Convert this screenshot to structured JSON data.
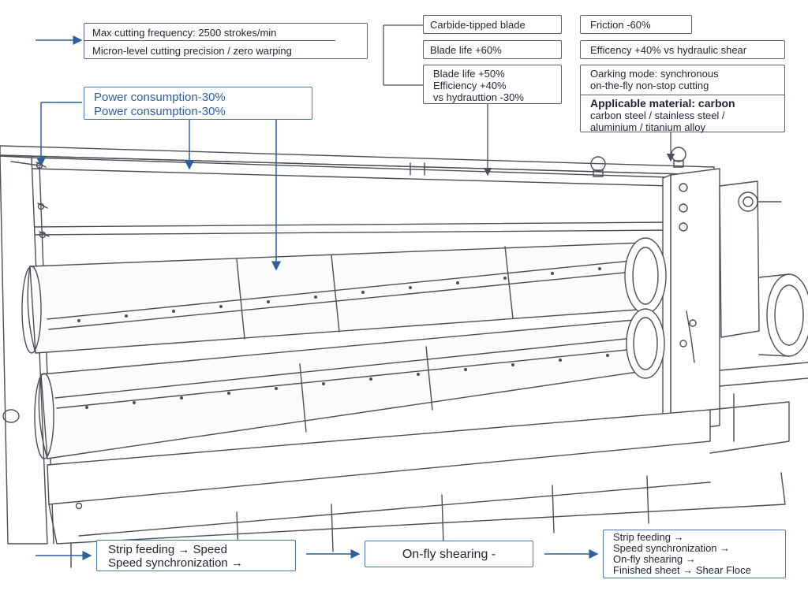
{
  "callouts": {
    "cutting_frequency": "Max cutting frequency: 2500 strokes/min",
    "cutting_precision": "Micron-level cutting precision / zero warping",
    "power_1": "Power consumption-30%",
    "power_2": "Power consumption-30%",
    "carbide_blade": "Carbide-tipped blade",
    "blade_life_60": "Blade life +60%",
    "blade_life_50": "Blade life +50%",
    "efficiency_40": "Efficiency +40%",
    "vs_hydraulic": "vs hydrauttion -30%",
    "friction": "Friction -60%",
    "efficiency_vs_shear": "Efficency +40% vs hydraulic shear",
    "working_mode_1": "Oarking mode: synchronous",
    "working_mode_2": "on-the-fly non-stop cutting",
    "material_title": "Applicable material: carbon",
    "material_2": "carbon steel / stainless steel /",
    "material_3": "aluminium / titanium alloy"
  },
  "flow": {
    "step1_line1": "Strip feeding → Speed",
    "step1_line2": "Speed synchronization →",
    "step2": "On-fly shearing -",
    "step3_line1": "Strip feeding →",
    "step3_line2": "Speed synchronization →",
    "step3_line3": "On-fly shearing →",
    "step3_line4": "Finished sheet → Shear Floce"
  },
  "colors": {
    "accent_blue": "#2d5f9c",
    "line_gray": "#4a4f57"
  }
}
